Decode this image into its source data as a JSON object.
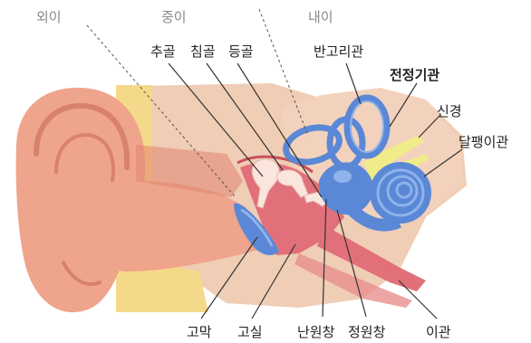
{
  "diagram": {
    "regions": {
      "outer": "외이",
      "middle": "중이",
      "inner": "내이"
    },
    "labels": {
      "malleus": "추골",
      "incus": "침골",
      "stapes": "등골",
      "semicircular_canals": "반고리관",
      "vestibule": "전정기관",
      "nerve": "신경",
      "cochlea": "달팽이관",
      "eardrum": "고막",
      "tympanic_cavity": "고실",
      "oval_window": "난원창",
      "round_window": "정원창",
      "eustachian_tube": "이관"
    },
    "colors": {
      "skin": "#efa48c",
      "skin_dark": "#e0846d",
      "bone": "#f0cdb5",
      "fat": "#f5d98a",
      "canal_red": "#e2707a",
      "labyrinth": "#5b88d6",
      "labyrinth_light": "#8fb3ea",
      "nerve": "#f0ec8a",
      "ossicle": "#fbe6dd"
    }
  }
}
